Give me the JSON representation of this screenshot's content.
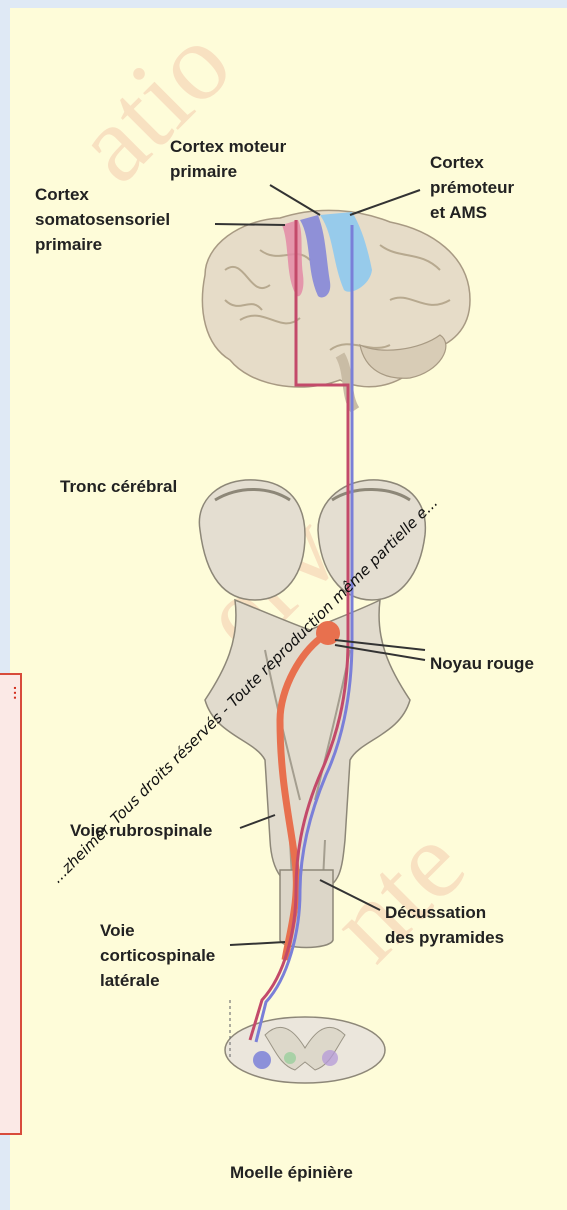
{
  "labels": {
    "cortex_moteur": "Cortex moteur\nprimaire",
    "cortex_somato": "Cortex\nsomatosensoriel\nprimaire",
    "cortex_premoteur": "Cortex\nprémoteur\net AMS",
    "tronc": "Tronc cérébral",
    "noyau": "Noyau rouge",
    "voie_rubro": "Voie rubrospinale",
    "decussation": "Décussation\ndes pyramides",
    "voie_cortico": "Voie\ncorticospinale\nlatérale",
    "moelle": "Moelle épinière"
  },
  "watermark_diag": "...zheimer, Tous droits réservés - Toute reproduction même partielle e...",
  "side_tab": "...",
  "colors": {
    "background": "#fefcd9",
    "rubro": "#e8704e",
    "cortico_red": "#c34a6a",
    "cortico_blue": "#7a7fd8",
    "tab_border": "#d84b3b"
  }
}
